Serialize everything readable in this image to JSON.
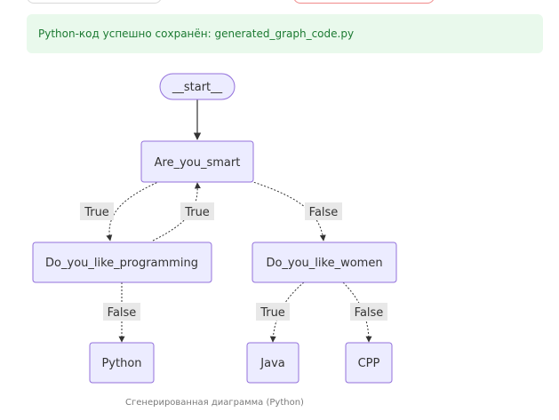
{
  "alert": {
    "message": "Python-код успешно сохранён: generated_graph_code.py"
  },
  "diagram": {
    "nodes": {
      "start": "__start__",
      "are_you_smart": "Are_you_smart",
      "do_you_like_programming": "Do_you_like_programming",
      "do_you_like_women": "Do_you_like_women",
      "python": "Python",
      "java": "Java",
      "cpp": "CPP"
    },
    "edges": {
      "smart_to_programming": "True",
      "programming_to_smart": "True",
      "smart_to_women": "False",
      "programming_to_python": "False",
      "women_to_java": "True",
      "women_to_cpp": "False"
    },
    "colors": {
      "node_fill": "#ececff",
      "node_stroke": "#9370db",
      "edge": "#333333",
      "label_bg": "#e8e8e8"
    }
  },
  "caption": "Сгенерированная диаграмма (Python)"
}
